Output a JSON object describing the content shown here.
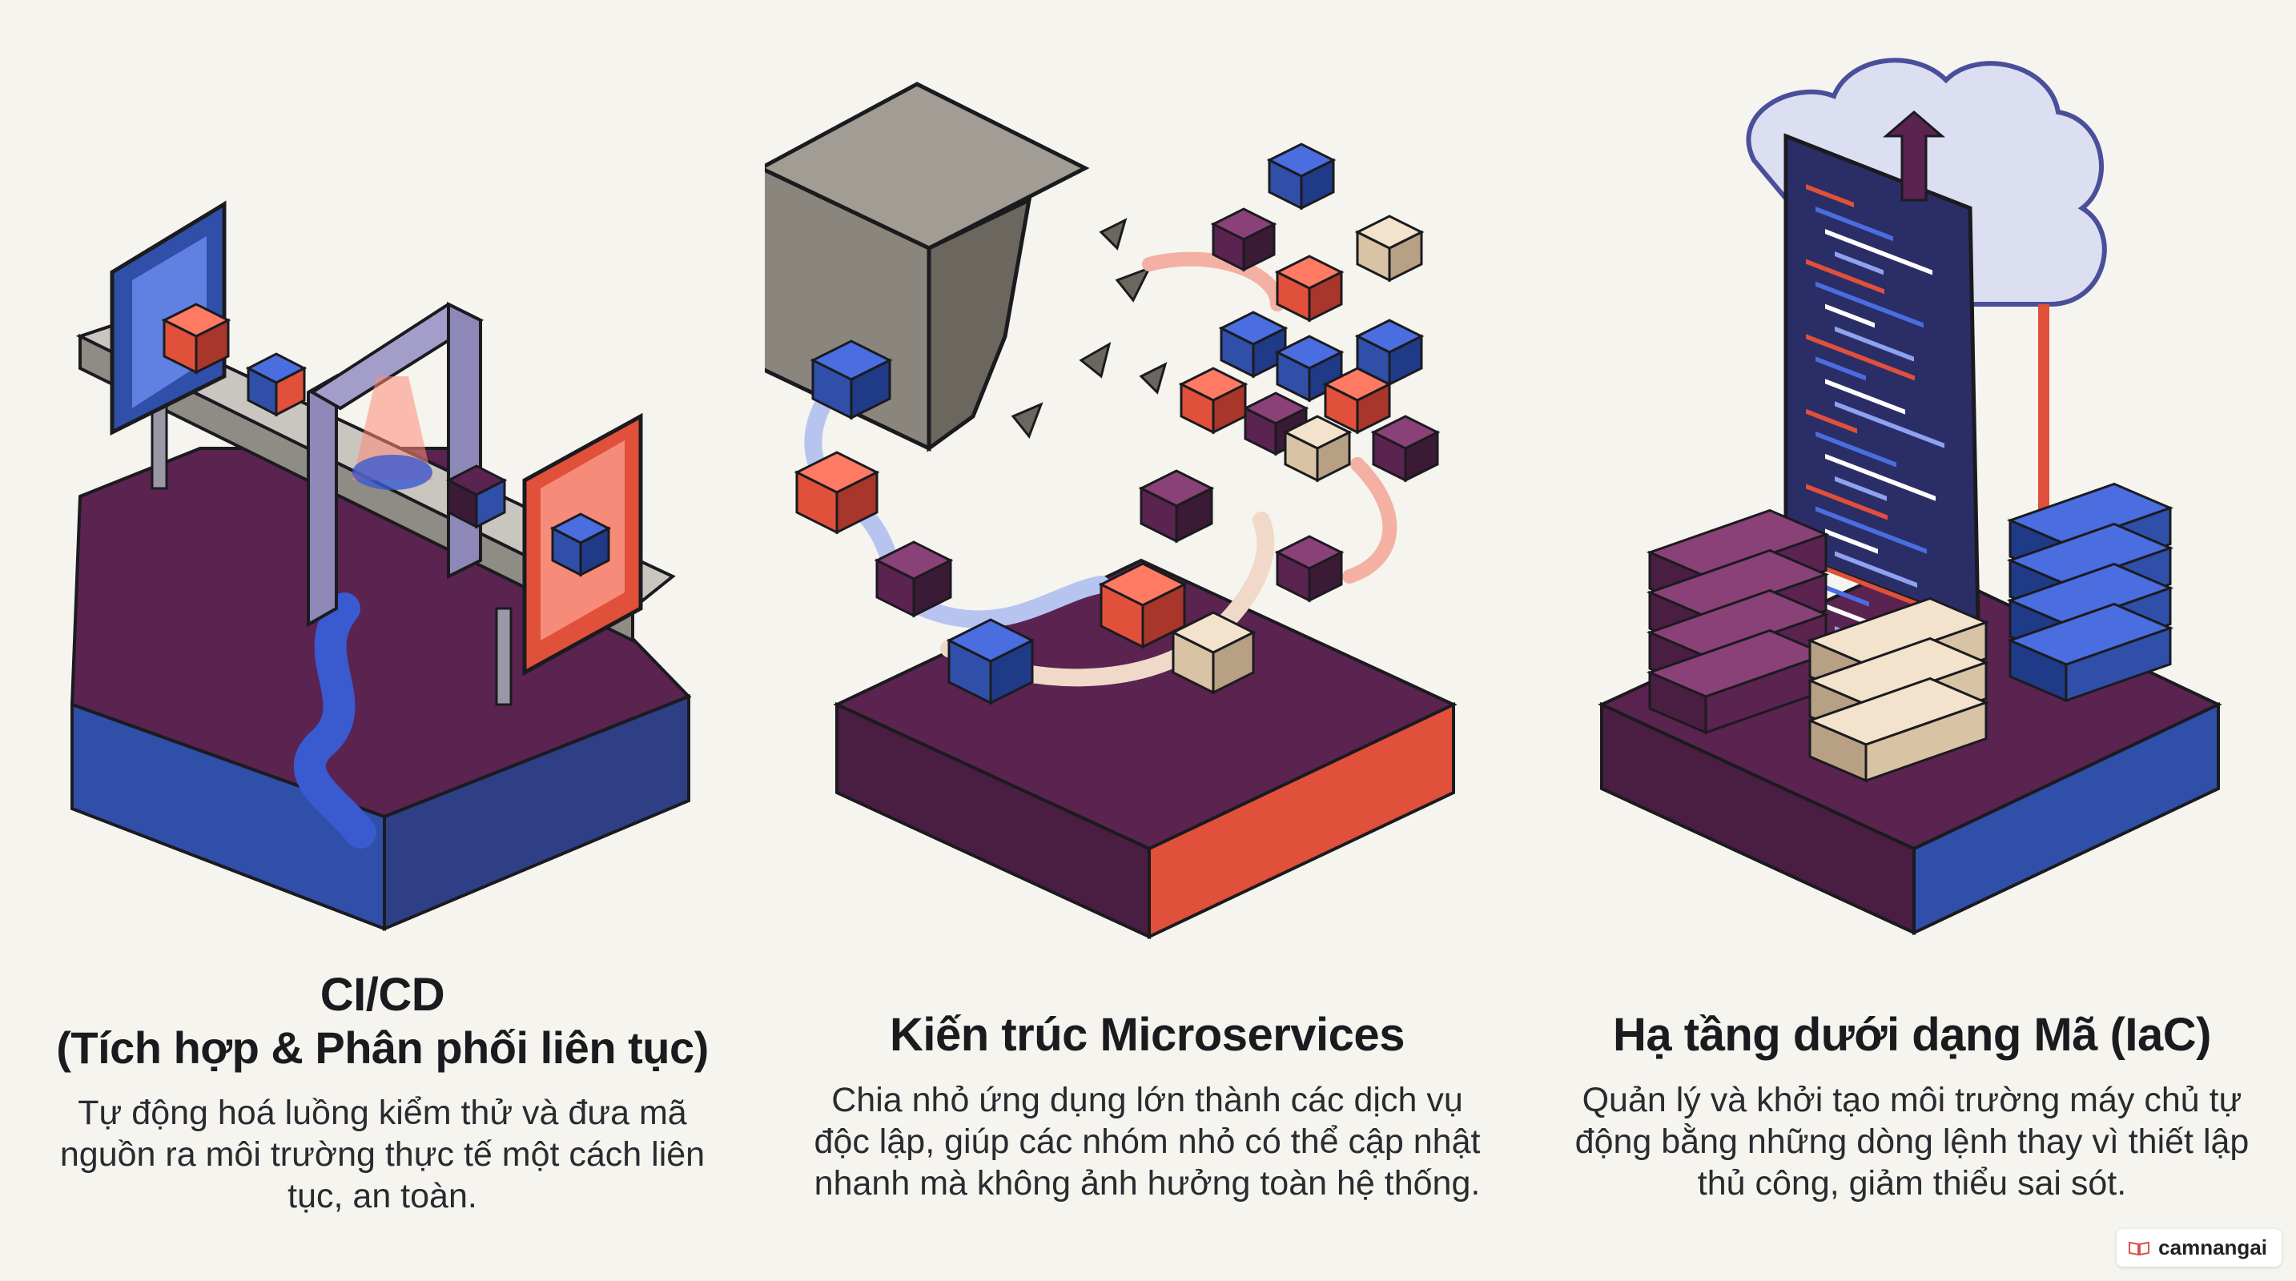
{
  "panels": [
    {
      "id": "cicd",
      "title": "CI/CD",
      "subtitle": "(Tích hợp & Phân phối liên tục)",
      "description": "Tự động hoá luồng kiểm thử và đưa mã nguồn ra môi trường thực tế một cách liên tục, an toàn."
    },
    {
      "id": "microservices",
      "title": "Kiến trúc Microservices",
      "subtitle": "",
      "description": "Chia nhỏ ứng dụng lớn thành các dịch vụ độc lập, giúp các nhóm nhỏ có thể cập nhật nhanh mà không ảnh hưởng toàn hệ thống."
    },
    {
      "id": "iac",
      "title": "Hạ tầng dưới dạng Mã (IaC)",
      "subtitle": "",
      "description": "Quản lý và khởi tạo môi trường máy chủ tự động bằng những dòng lệnh thay vì thiết lập thủ công, giảm thiểu sai sót."
    }
  ],
  "watermark": {
    "label": "camnangai",
    "icon": "book-icon"
  },
  "colors": {
    "background": "#f5f4ef",
    "purple": "#5a2350",
    "blue": "#2f4fa8",
    "red": "#e0503a",
    "tan": "#d9c3a5",
    "stone": "#7a766e"
  }
}
